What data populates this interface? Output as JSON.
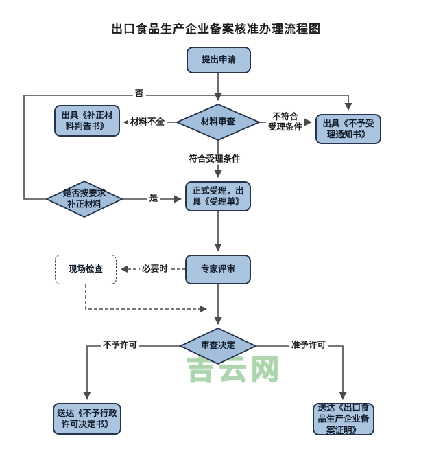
{
  "title": "出口食品生产企业备案核准办理流程图",
  "watermark": "吉云网",
  "colors": {
    "node_fill": "#abc5e0",
    "node_border": "#26334a",
    "diamond_fill": "#a2bedb",
    "line": "#4a4a4a",
    "node_text": "#121c2b"
  },
  "nodes": {
    "start": {
      "label": "提出申请"
    },
    "material_review": {
      "label": "材料审查"
    },
    "supplement_notice": {
      "label": "出具《补正材料判告书》"
    },
    "reject_notice": {
      "label": "出具《不予受理通知书》"
    },
    "formal_accept": {
      "label": "正式受理，出具《受理单》"
    },
    "supplement_check": {
      "label": "是否按要求\n补正材料"
    },
    "expert_review": {
      "label": "专家评审"
    },
    "site_inspection": {
      "label": "现场检查"
    },
    "review_decision": {
      "label": "审查决定"
    },
    "deny_decision": {
      "label": "送达《不予行政许可决定书》"
    },
    "grant_certificate": {
      "label": "送达《出口食品生产企业备案证明》"
    }
  },
  "edge_labels": {
    "no": "否",
    "incomplete": "材料不全",
    "not_qualified": "不符合\n受理条件",
    "qualified": "符合受理条件",
    "yes": "是",
    "when_necessary": "必要时",
    "deny": "不予许可",
    "grant": "准予许可"
  }
}
